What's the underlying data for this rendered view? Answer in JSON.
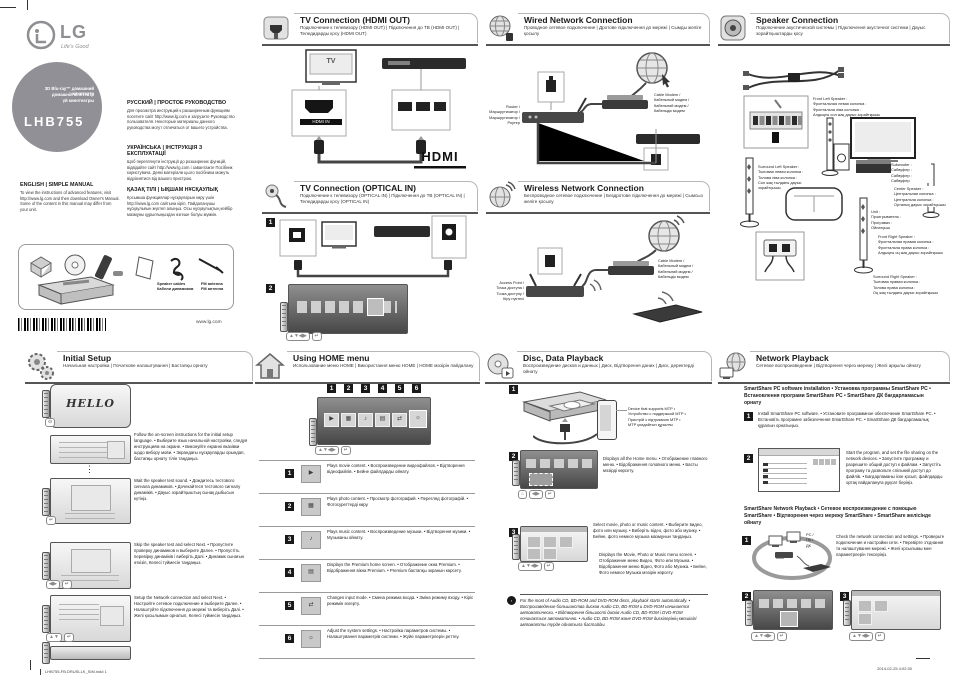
{
  "common": {
    "nums": [
      "1",
      "2",
      "3",
      "4",
      "5",
      "6"
    ]
  },
  "page": {
    "website": "www.lg.com",
    "footer_left": "LHB755-FB.DRUSLLK_SIM.indd 1",
    "footer_right": "2014-02-25 4:02:30"
  },
  "branding": {
    "logo_text": "LG",
    "tagline": "Life's Good",
    "circle_lines": [
      "3D Blu-ray™ домашний кинотеатр",
      "домашній кінотеатр",
      "үй кинотеатры"
    ],
    "model": "LHB755",
    "languages": [
      {
        "heading": "ENGLISH | SIMPLE MANUAL",
        "body": "To view the instructions of advanced features, visit http://www.lg.com and then download Owner's Manual. Some of the content in this manual may differ from your unit."
      },
      {
        "heading": "РУССКИЙ | ПРОСТОЕ РУКОВОДСТВО",
        "body": "Для просмотра инструкций к расширенным функциям посетите сайт http://www.lg.com и загрузите Руководство пользователя. Некоторые материалы данного руководства могут отличаться от вашего устройства."
      },
      {
        "heading": "УКРАЇНСЬКА | ІНСТРУКЦІЯ З ЕКСПЛУАТАЦІЇ",
        "body": "Щоб переглянути інструкції до розширених функцій, відвідайте сайт http://www.lg.com і завантажте Посібник користувача. Деякі матеріали цього посібника можуть відрізнятися від вашого пристрою."
      },
      {
        "heading": "ҚАЗАҚ ТІЛІ | ЫҚШАМ НҰСҚАУЛЫҚ",
        "body": "Қосымша функциялар нұсқауларын көру үшін http://www.lg.com сайтына кіріп, Пайдаланушы нұсқаулығын жүктеп алыңыз. Осы нұсқаулықтың кейбір мазмұны құрылғыңыздан өзгеше болуы мүмкін."
      }
    ],
    "accessories": {
      "speaker_cables": "Speaker cables\nКабели динамиков",
      "fm_antenna": "FM antenna\nFM антенна"
    }
  },
  "panels": {
    "tv_hdmi": {
      "title": "TV Connection (HDMI OUT)",
      "subtitle": "Подключение к телевизору (HDMI OUT) | Підключення до ТВ (HDMI OUT) | Теледидарды қосу (HDMI OUT)",
      "tv_label": "TV",
      "port_label": "HDMI IN",
      "hdmi_logo": "HDMI"
    },
    "tv_optical": {
      "title": "TV Connection (OPTICAL IN)",
      "subtitle": "Подключение к телевизору (OPTICAL IN) | Підключення до ТВ (OPTICAL IN) | Теледидарды қосу (OPTICAL IN)"
    },
    "wired": {
      "title": "Wired Network Connection",
      "subtitle": "Проводное сетевое подключение | Дротове підключення до мережі | Сымды желіге қосылу",
      "modem_label": "Cable Modem /\nКабельный модем /\nКабельний модем /\nКабельдік модем",
      "router_label": "Router /\nМаршрутизатор /\nМаршрутизатор /\nРоутер"
    },
    "wireless": {
      "title": "Wireless Network Connection",
      "subtitle": "Беспроводное сетевое подключение | Бездротове підключення до мережі | Сымсыз желіге қосылу",
      "modem_label": "Cable Modem /\nКабельный модем /\nКабельний модем /\nКабельдік модем",
      "ap_label": "Access Point /\nТочка доступа /\nТочка доступу /\nКіру нүктесі"
    },
    "speaker": {
      "title": "Speaker Connection",
      "subtitle": "Подключение акустической системы | Підключення акустичної системи | Дауыс зорайтқыштарды қосу",
      "front_left": "Front Left Speaker :\nФронтальная левая колонка :\nФронтальна ліва колонка :\nАлдыңғы сол жақ дауыс зорайтқышы",
      "subwoofer": "Subwoofer :\nСабвуфер :\nСабвуфер :\nСабвуфер",
      "center": "Center Speaker :\nЦентральная колонка :\nЦентральна колонка :\nОрталық дауыс зорайтқышы",
      "unit": "Unit :\nПроигрыватель :\nПрогравач :\nОйнатқыш",
      "front_right": "Front Right Speaker :\nФронтальная правая колонка :\nФронтальна права колонка :\nАлдыңғы оң жақ дауыс зорайтқышы",
      "surround_left": "Surround Left Speaker :\nТыловая левая колонка :\nТилова ліва колонка :\nСол жақ тылдағы дауыс зорайтқышы",
      "surround_right": "Surround Right Speaker :\nТыловая правая колонка :\nТилова права колонка :\nОң жақ тылдағы дауыс зорайтқышы"
    },
    "initial": {
      "title": "Initial Setup",
      "subtitle": "Начальная настройка | Початкове налаштування | Бастапқы орнату",
      "screen1_text": "HELLO",
      "dots": "⋮",
      "steps": [
        "Follow the on-screen instructions for the initial setup language. • Выберите язык начальной настройки, следуя инструкциям на экране. • Виконуйте екранні вказівки щодо вибору мови. • Экрандағы нұсқауларды орындап, бастапқы орнату тілін таңдаңыз.",
        "Wait the speaker test sound. • Дождитесь тестового сигнала динамиков. • Дочекайтеся тестового сигналу динаміків. • Дауыс зорайтқыштың сынақ дыбысын күтіңіз.",
        "Skip the speaker test and select Next. • Пропустите проверку динамиков и выберите Далее. • Пропустіть перевірку динаміків і виберіть Далі. • Динамик сынағын өткізіп, Келесі түймесін таңдаңыз.",
        "Setup the Network connection and select Next. • Настройте сетевое подключение и выберите Далее. • Налаштуйте підключення до мережі та виберіть Далі. • Желі қосылымын орнатып, Келесі түймесін таңдаңыз."
      ]
    },
    "home": {
      "title": "Using HOME menu",
      "subtitle": "Использование меню HOME | Використання меню HOME | HOME мәзірін пайдалану",
      "items": [
        {
          "num": "1",
          "text": "Plays movie content. • Воспроизведение видеофайлов. • Відтворення відеофайлів. • Бейне файлдарды ойнату."
        },
        {
          "num": "2",
          "text": "Plays photo content. • Просмотр фотографий. • Перегляд фотографій. • Фотосуреттерді көру."
        },
        {
          "num": "3",
          "text": "Plays music content. • Воспроизведение музыки. • Відтворення музики. • Музыканы ойнату."
        },
        {
          "num": "4",
          "text": "Displays the Premium home screen. • Отображение окна Premium. • Відображення вікна Premium. • Premium бастапқы экранын көрсету."
        },
        {
          "num": "5",
          "text": "Changes input mode. • Смена режима входа. • Зміна режиму входу. • Кіріс режимін өзгерту."
        },
        {
          "num": "6",
          "text": "Adjust the system settings. • Настройка параметров системы. • Налаштування параметрів системи. • Жүйе параметрлерін реттеу."
        }
      ]
    },
    "disc": {
      "title": "Disc, Data Playback",
      "subtitle": "Воспроизведение дисков и данных | Диск, Відтворення даних | Диск, деректерді ойнату",
      "mtp_label": "Device that supports MTP •\nУстройство с поддержкой MTP •\nПристрій з підтримкою MTP •\nMTP қолдайтын құрылғы",
      "step2_label": "Displays all the Home menu. • Отображение главного меню. • Відображення головного меню. • Басты мәзірді көрсету.",
      "step3_label_a": "Select movie, photo or music content. • Выберите видео, фото или музыку. • Виберіть відео, фото або музику. • Бейне, фото немесе музыка мазмұнын таңдаңыз.",
      "step3_label_b": "Displays the Movie, Photo or Music menu screen. • Отображение меню Видео, Фото или Музыка. • Відображення меню Відео, Фото або Музика. • Бейне, Фото немесе Музыка мәзірін көрсету.",
      "note": "For the most of Audio CD, BD-ROM and DVD-ROM discs, playback starts automatically. • Воспроизведение большинства дисков Audio CD, BD-ROM и DVD-ROM начинается автоматически. • Відтворення більшості дисків Audio CD, BD-ROM і DVD-ROM починається автоматично. • Audio CD, BD-ROM және DVD-ROM дискілерінің көпшілігі автоматты түрде ойнатыла бастайды."
    },
    "network": {
      "title": "Network Playback",
      "subtitle": "Сетевое воспроизведение | Відтворення через мережу | Желі арқылы ойнату",
      "sub1": "SmartShare PC software installation • Установка программы SmartShare PC • Встановлення програми SmartShare PC • SmartShare ДК бағдарламасын орнату",
      "step1_text": "Install SmartShare PC software. • Установите программное обеспечение SmartShare PC. • Встановіть програмне забезпечення SmartShare PC. • SmartShare ДК бағдарламалық құралын орнатыңыз.",
      "step2_text": "Start the program, and set the file sharing on the network devices. • Запустите программу и разрешите общий доступ к файлам. • Запустіть програму та дозвольте спільний доступ до файлів. • Бағдарламаны іске қосып, файлдарды ортақ пайдалануға рұқсат беріңіз.",
      "sub2": "SmartShare Network Playback • Сетевое воспроизведение с помощью SmartShare • Відтворення через мережу SmartShare • SmartShare желісінде ойнату",
      "net_step1_text": "Check the network connection and settings. • Проверьте подключение и настройки сети. • Перевірте з'єднання та налаштування мережі. • Желі қосылымы мен параметрлерін тексеріңіз.",
      "pc_label": "PC /\nПК /\nДК"
    }
  }
}
